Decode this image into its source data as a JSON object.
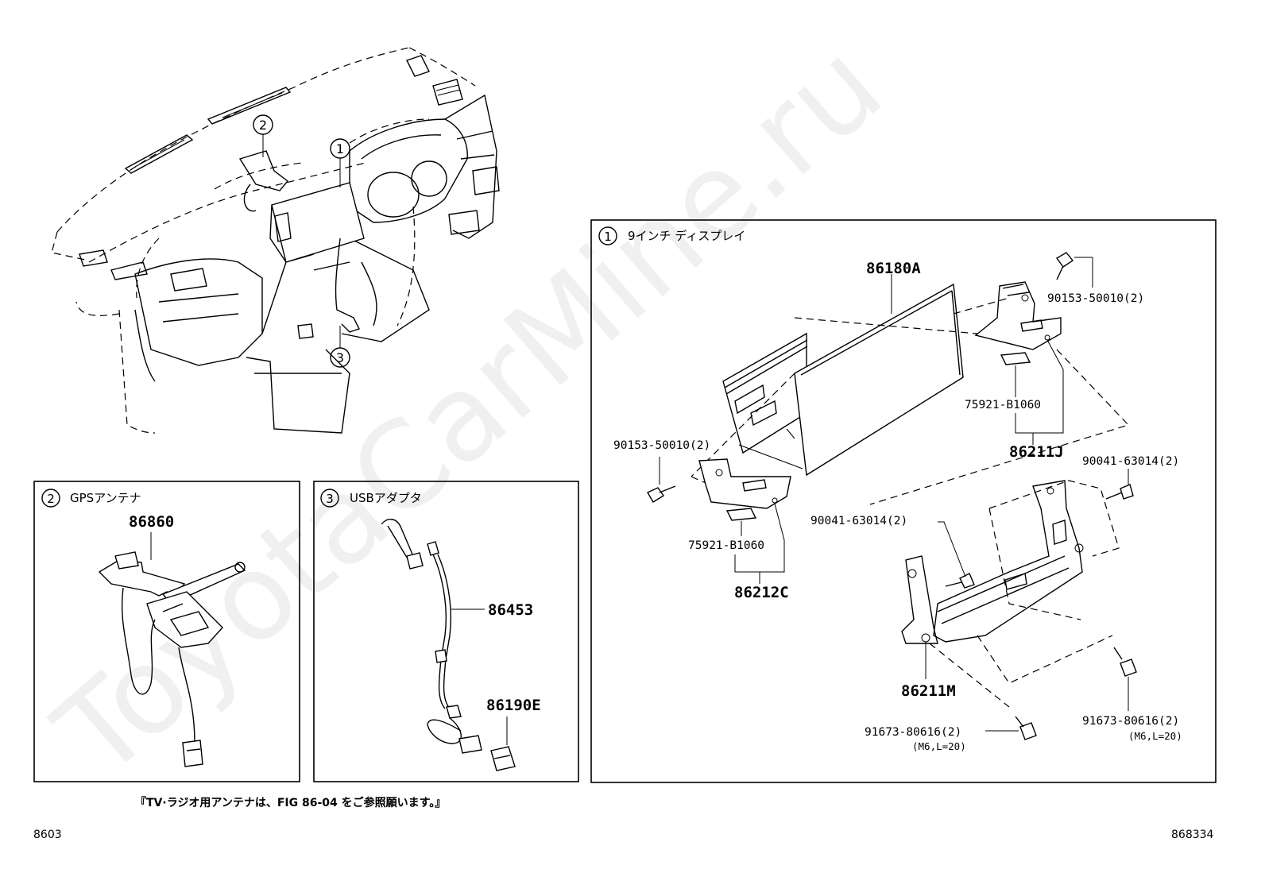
{
  "watermark": "ToyotaCarMine.ru",
  "callouts": {
    "c1": "1",
    "c2": "2",
    "c3": "3"
  },
  "panel_display": {
    "title": "9インチ ディスプレイ",
    "parts": {
      "p86180A": "86180A",
      "p90153_right": "90153-50010(2)",
      "p75921_right": "75921-B1060",
      "p86211J": "86211J",
      "p90153_left": "90153-50010(2)",
      "p90041_right": "90041-63014(2)",
      "p90041_mid": "90041-63014(2)",
      "p75921_left": "75921-B1060",
      "p86212C": "86212C",
      "p86211M": "86211M",
      "p91673_left": "91673-80616(2)",
      "p91673_left_note": "(M6,L=20)",
      "p91673_right": "91673-80616(2)",
      "p91673_right_note": "(M6,L=20)"
    }
  },
  "panel_gps": {
    "title": "GPSアンテナ",
    "part": "86860"
  },
  "panel_usb": {
    "title": "USBアダプタ",
    "part1": "86453",
    "part2": "86190E"
  },
  "footer": {
    "caption": "『TV·ラジオ用アンテナは、FIG 86-04 をご参照願います。』",
    "left_code": "8603",
    "right_code": "868334"
  }
}
